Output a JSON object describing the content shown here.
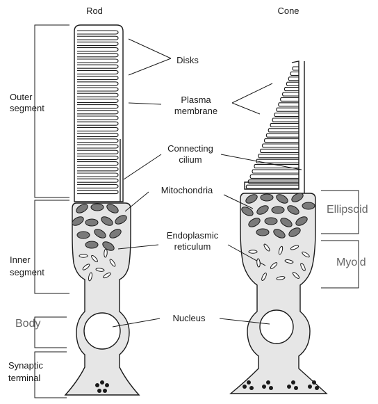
{
  "titles": {
    "rod": "Rod",
    "cone": "Cone"
  },
  "labels": {
    "disks": "Disks",
    "plasma_membrane": [
      "Plasma",
      "membrane"
    ],
    "connecting_cilium": [
      "Connecting",
      "cilium"
    ],
    "mitochondria": "Mitochondria",
    "endoplasmic_reticulum": [
      "Endoplasmic",
      "reticulum"
    ],
    "nucleus": "Nucleus"
  },
  "regions_left": {
    "outer_segment": [
      "Outer",
      "segment"
    ],
    "inner_segment": [
      "Inner",
      "segment"
    ],
    "body": "Body",
    "synaptic_terminal": [
      "Synaptic",
      "terminal"
    ]
  },
  "regions_right": {
    "ellipsoid": "Ellipsoid",
    "myoid": "Myoid"
  },
  "colors": {
    "stroke": "#1a1a1a",
    "cell_fill": "#e6e6e6",
    "mito_fill": "#7a7a7a",
    "muted_text": "#666666"
  }
}
